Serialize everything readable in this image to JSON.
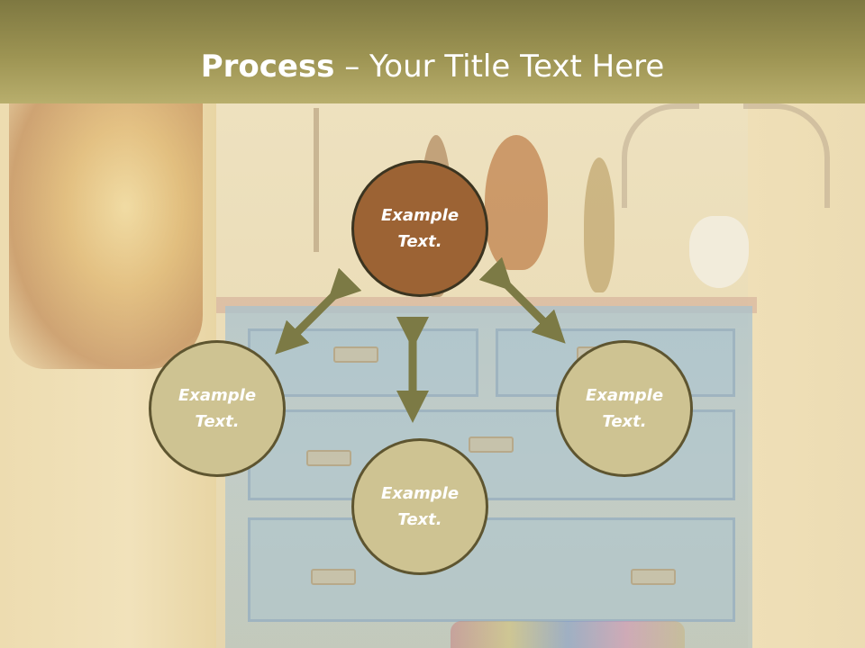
{
  "slide": {
    "title_bold": "Process",
    "title_rest": " – Your Title Text Here"
  },
  "diagram": {
    "center": {
      "label": "Example Text."
    },
    "left": {
      "label": "Example Text."
    },
    "right": {
      "label": "Example Text."
    },
    "bottom": {
      "label": "Example Text."
    }
  },
  "colors": {
    "header": "#9d9453",
    "center_node": "#9c6334",
    "satellite_node": "#cec392",
    "arrow": "#7c7a45"
  },
  "background": {
    "scene": "antique-dresser-photo"
  }
}
